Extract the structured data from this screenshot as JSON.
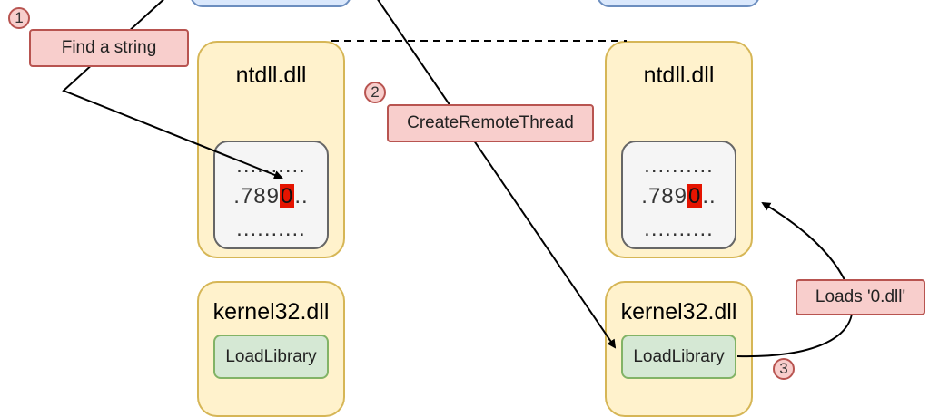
{
  "left": {
    "ntdll_title": "ntdll.dll",
    "kernel32_title": "kernel32.dll",
    "memory": {
      "line1": "..........",
      "line2_pre": ".789",
      "line2_hl": "0",
      "line2_post": "..",
      "line3": ".........."
    },
    "loadlibrary": "LoadLibrary"
  },
  "right": {
    "ntdll_title": "ntdll.dll",
    "kernel32_title": "kernel32.dll",
    "memory": {
      "line1": "..........",
      "line2_pre": ".789",
      "line2_hl": "0",
      "line2_post": "..",
      "line3": ".........."
    },
    "loadlibrary": "LoadLibrary"
  },
  "steps": [
    {
      "number": "1",
      "label": "Find a string"
    },
    {
      "number": "2",
      "label": "CreateRemoteThread"
    },
    {
      "number": "3",
      "label": "Loads '0.dll'"
    }
  ],
  "colors": {
    "process_fill": "#dae8fc",
    "module_fill": "#fff2cc",
    "memory_fill": "#f5f5f5",
    "function_fill": "#d5e8d4",
    "label_fill": "#f8cecc",
    "highlight": "#e51400"
  }
}
